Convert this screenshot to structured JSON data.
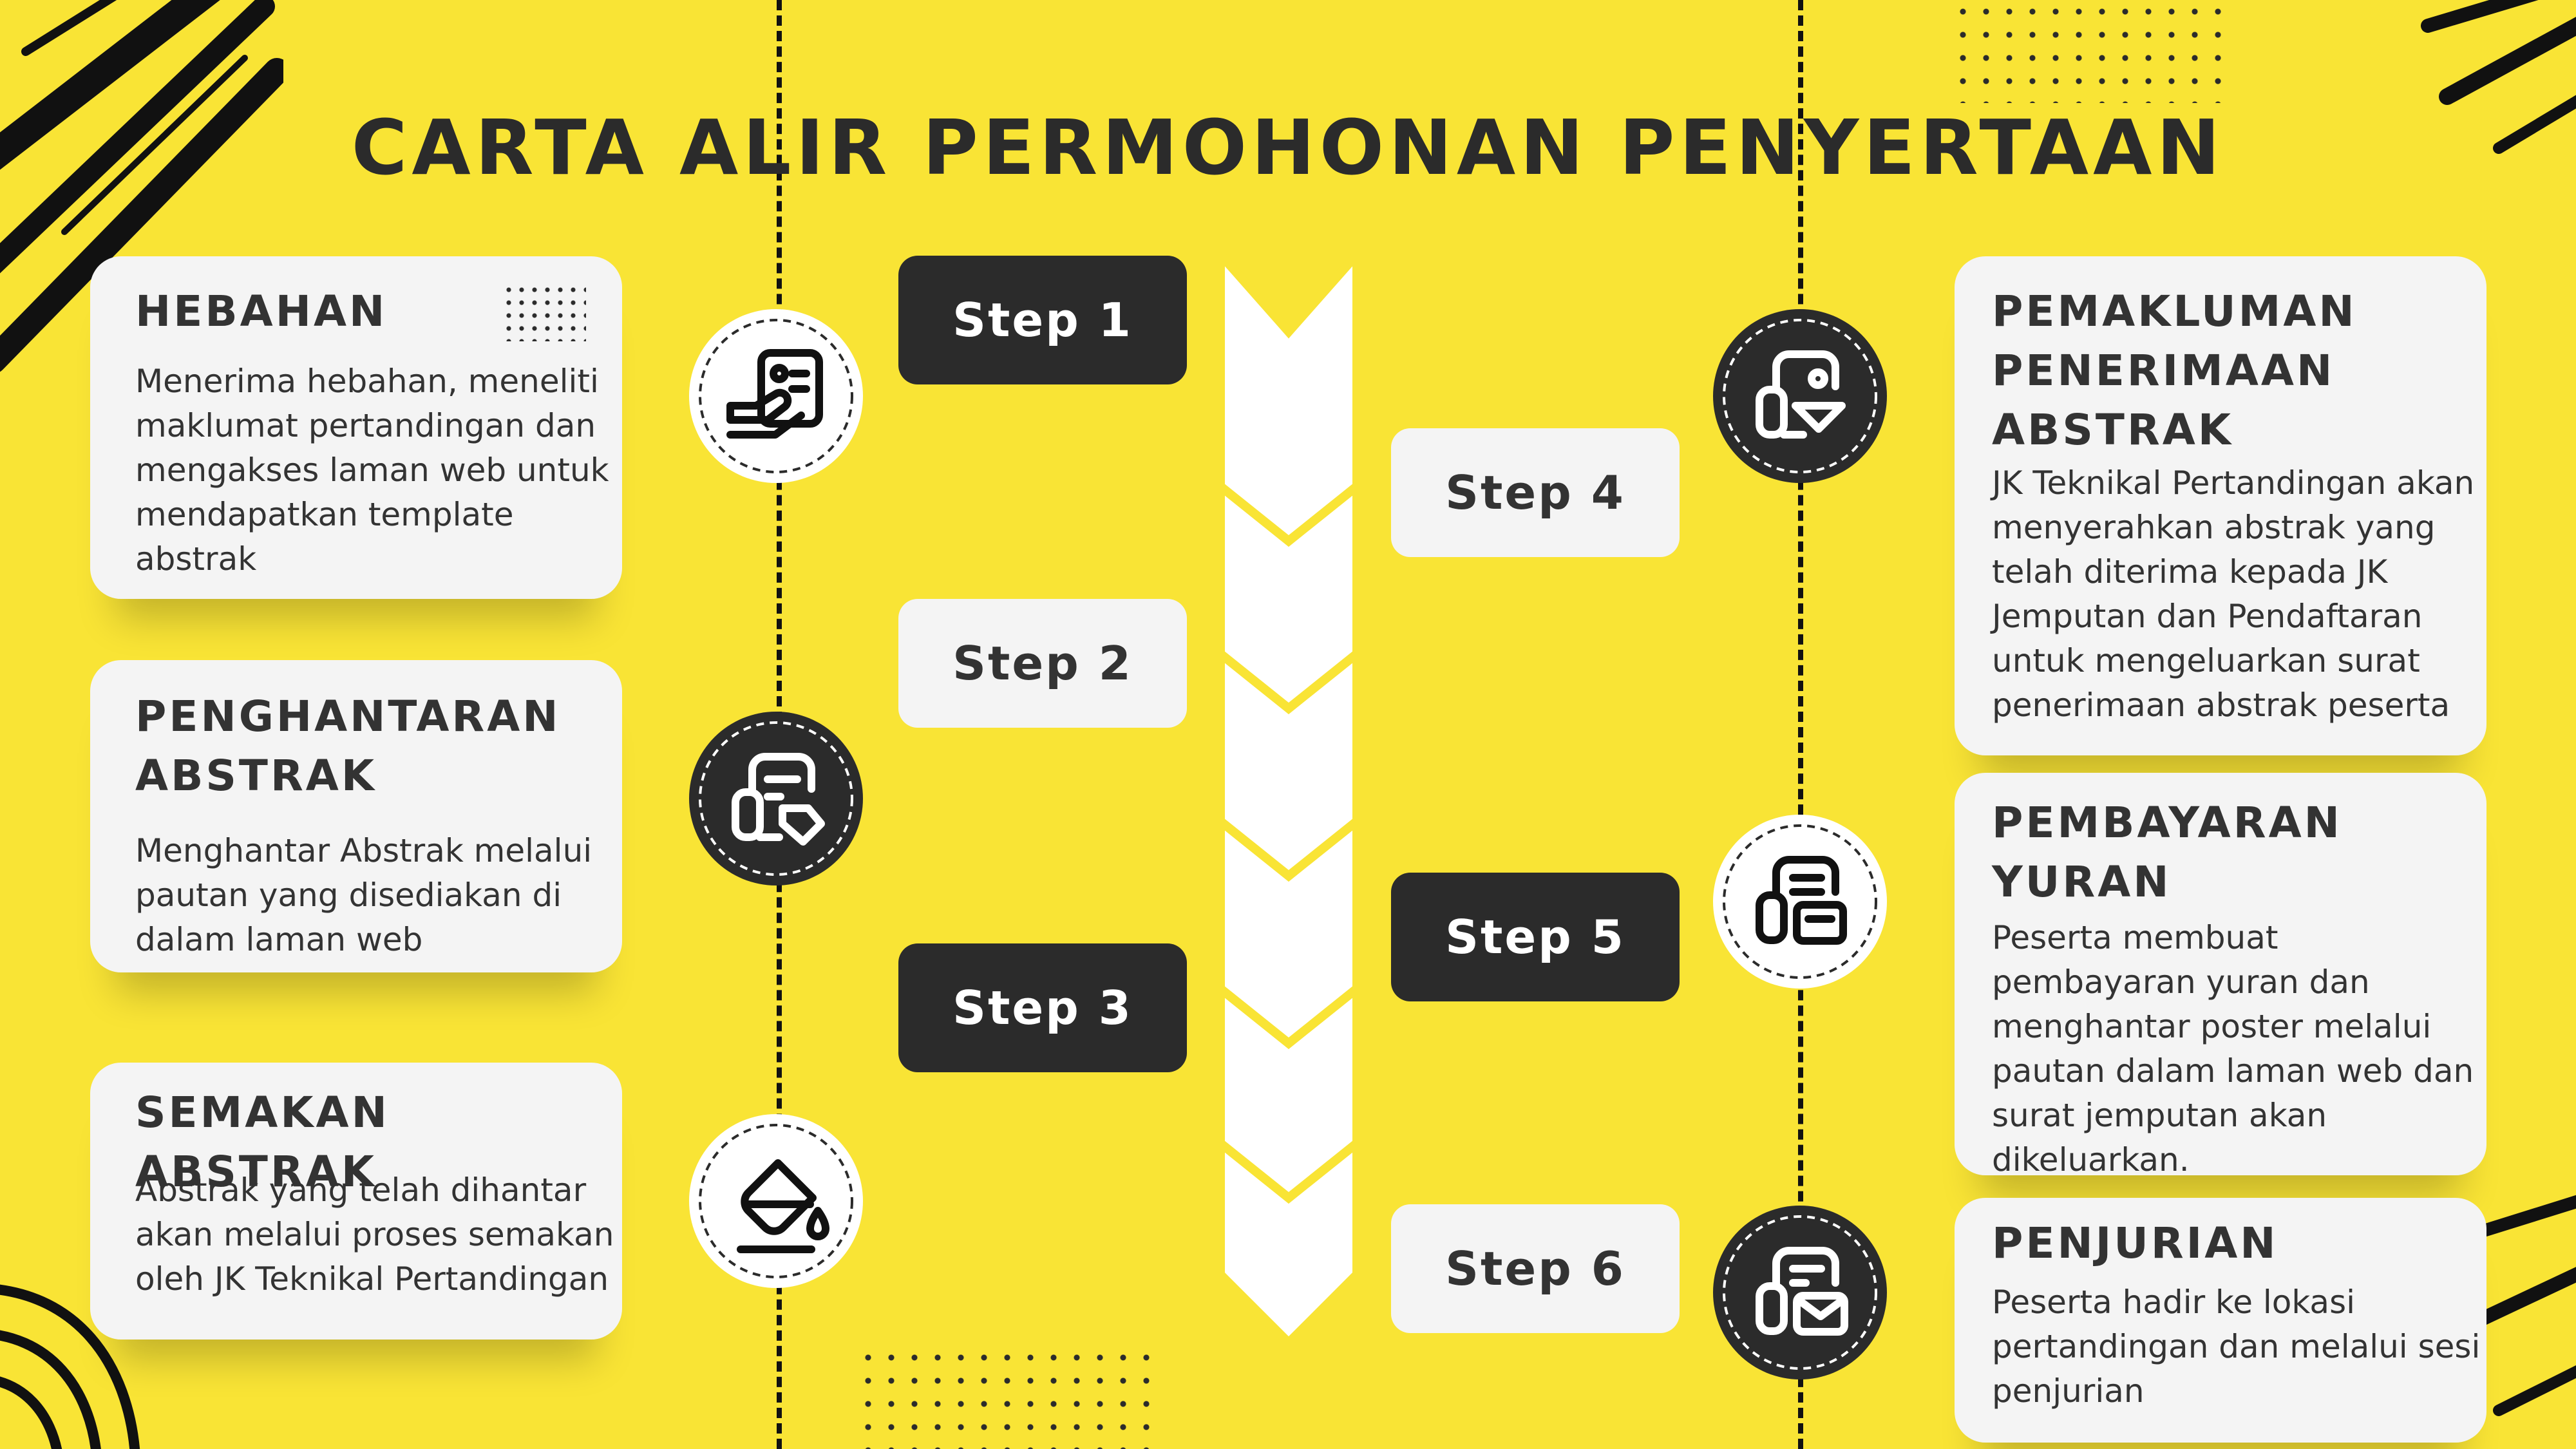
{
  "title": "CARTA ALIR PERMOHONAN PENYERTAAN",
  "colors": {
    "background": "#f9e435",
    "dark": "#2b2b2b",
    "card": "#f4f4f4",
    "white": "#ffffff"
  },
  "left_cards": [
    {
      "heading": "HEBAHAN",
      "lines": [
        "Menerima hebahan, meneliti",
        "maklumat pertandingan dan",
        "mengakses laman web untuk",
        "mendapatkan template",
        "abstrak"
      ]
    },
    {
      "heading": [
        "PENGHANTARAN",
        "ABSTRAK"
      ],
      "lines": [
        "Menghantar Abstrak melalui",
        "pautan yang disediakan di",
        "dalam laman web"
      ]
    },
    {
      "heading": "SEMAKAN ABSTRAK",
      "lines": [
        "Abstrak yang telah dihantar",
        "akan melalui proses semakan",
        "oleh JK Teknikal Pertandingan"
      ]
    }
  ],
  "right_cards": [
    {
      "heading": [
        "PEMAKLUMAN",
        "PENERIMAAN",
        "ABSTRAK"
      ],
      "lines": [
        "JK Teknikal Pertandingan akan",
        "menyerahkan abstrak yang",
        "telah diterima kepada JK",
        "Jemputan dan Pendaftaran",
        "untuk mengeluarkan surat",
        "penerimaan abstrak  peserta"
      ]
    },
    {
      "heading": [
        "PEMBAYARAN",
        "YURAN"
      ],
      "lines": [
        "Peserta membuat",
        "pembayaran yuran dan",
        "menghantar poster melalui",
        "pautan dalam laman web dan",
        "surat jemputan akan",
        "dikeluarkan."
      ]
    },
    {
      "heading": "PENJURIAN",
      "lines": [
        "Peserta hadir ke lokasi",
        "pertandingan dan melalui sesi",
        "penjurian"
      ]
    }
  ],
  "steps": [
    "Step 1",
    "Step 2",
    "Step 3",
    "Step 4",
    "Step 5",
    "Step 6"
  ],
  "icons": [
    "id-card-hand-icon",
    "document-tag-icon",
    "paint-bucket-icon",
    "document-location-icon",
    "document-list-icon",
    "document-mail-icon"
  ]
}
